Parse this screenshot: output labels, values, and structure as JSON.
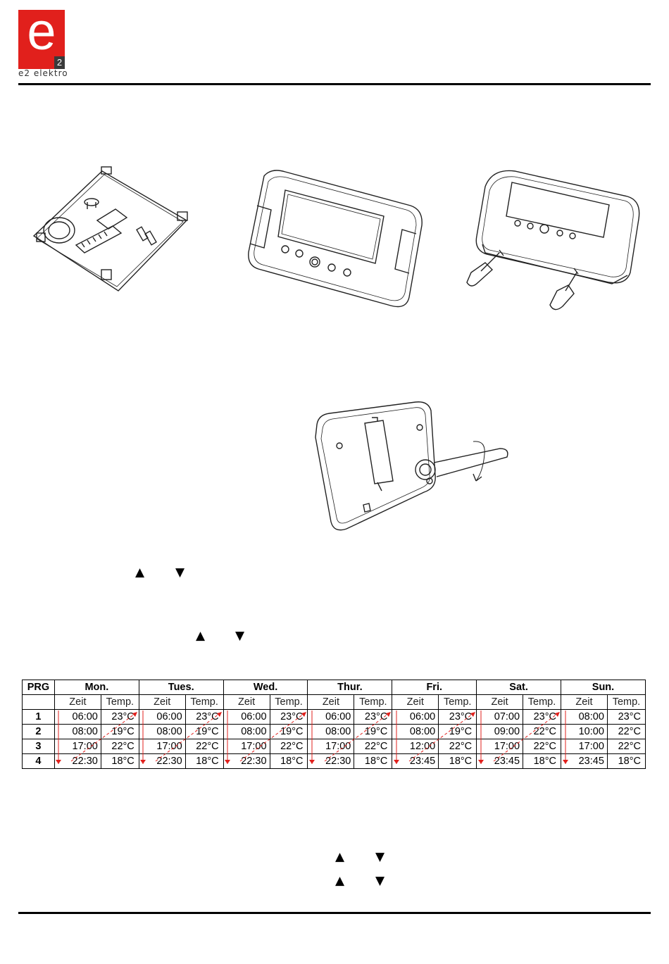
{
  "logo": {
    "letter": "e",
    "sub": "2",
    "text": "e2 elektro",
    "color": "#e1201c"
  },
  "icons": {
    "up": "▲",
    "down": "▼",
    "names": [
      "triangle-up-icon",
      "triangle-down-icon"
    ]
  },
  "schedule": {
    "prg_header": "PRG",
    "days": [
      "Mon.",
      "Tues.",
      "Wed.",
      "Thur.",
      "Fri.",
      "Sat.",
      "Sun."
    ],
    "time_header": "Zeit",
    "temp_header": "Temp.",
    "rows": [
      {
        "prg": "1",
        "cells": [
          [
            "06:00",
            "23°C"
          ],
          [
            "06:00",
            "23°C"
          ],
          [
            "06:00",
            "23°C"
          ],
          [
            "06:00",
            "23°C"
          ],
          [
            "06:00",
            "23°C"
          ],
          [
            "07:00",
            "23°C"
          ],
          [
            "08:00",
            "23°C"
          ]
        ]
      },
      {
        "prg": "2",
        "cells": [
          [
            "08:00",
            "19°C"
          ],
          [
            "08:00",
            "19°C"
          ],
          [
            "08:00",
            "19°C"
          ],
          [
            "08:00",
            "19°C"
          ],
          [
            "08:00",
            "19°C"
          ],
          [
            "09:00",
            "22°C"
          ],
          [
            "10:00",
            "22°C"
          ]
        ]
      },
      {
        "prg": "3",
        "cells": [
          [
            "17:00",
            "22°C"
          ],
          [
            "17:00",
            "22°C"
          ],
          [
            "17:00",
            "22°C"
          ],
          [
            "17:00",
            "22°C"
          ],
          [
            "12:00",
            "22°C"
          ],
          [
            "17:00",
            "22°C"
          ],
          [
            "17:00",
            "22°C"
          ]
        ]
      },
      {
        "prg": "4",
        "cells": [
          [
            "22:30",
            "18°C"
          ],
          [
            "22:30",
            "18°C"
          ],
          [
            "22:30",
            "18°C"
          ],
          [
            "22:30",
            "18°C"
          ],
          [
            "23:45",
            "18°C"
          ],
          [
            "23:45",
            "18°C"
          ],
          [
            "23:45",
            "18°C"
          ]
        ]
      }
    ],
    "arrow_color": "#e1201c"
  }
}
